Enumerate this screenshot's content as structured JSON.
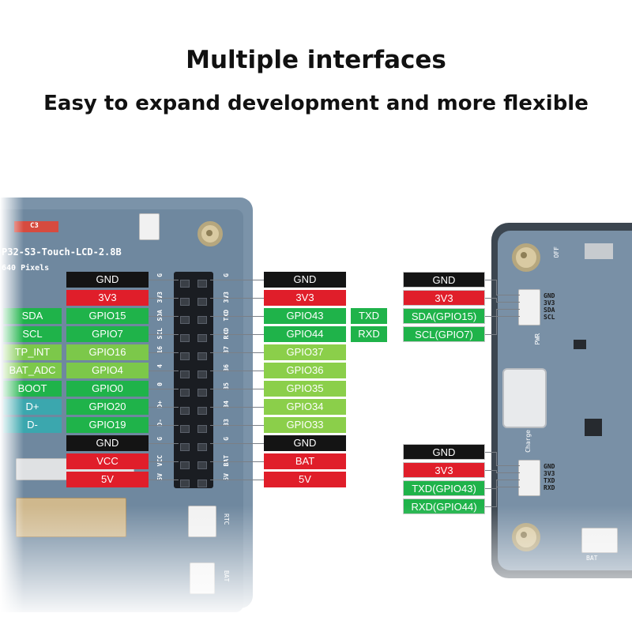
{
  "header": {
    "title": "Multiple interfaces",
    "subtitle": "Easy to expand development and more flexible"
  },
  "board": {
    "name": "P32-S3-Touch-LCD-2.8B",
    "pixels": "640 Pixels",
    "chip_label": "C3",
    "rtc_label": "RTC",
    "bat_label": "BAT"
  },
  "header_pin_labels": {
    "left": [
      "G",
      "3V3",
      "SDA",
      "SCL",
      "16",
      "4",
      "0",
      "D+",
      "D-",
      "G",
      "VCC",
      "5V"
    ],
    "right": [
      "G",
      "3V3",
      "TXD",
      "RXD",
      "37",
      "36",
      "35",
      "34",
      "33",
      "G",
      "BAT",
      "5V"
    ]
  },
  "left_pins": [
    {
      "function": "",
      "gpio": "GND",
      "color": "#141414"
    },
    {
      "function": "",
      "gpio": "3V3",
      "color": "#e01e2a"
    },
    {
      "function": "SDA",
      "gpio": "GPIO15",
      "color": "#1fb34a"
    },
    {
      "function": "SCL",
      "gpio": "GPIO7",
      "color": "#1fb34a"
    },
    {
      "function": "TP_INT",
      "gpio": "GPIO16",
      "color": "#7cc84a"
    },
    {
      "function": "BAT_ADC",
      "gpio": "GPIO4",
      "color": "#7cc84a"
    },
    {
      "function": "BOOT",
      "gpio": "GPIO0",
      "color": "#1fb34a"
    },
    {
      "function": "D+",
      "gpio": "GPIO20",
      "color": "#1fb34a"
    },
    {
      "function": "D-",
      "gpio": "GPIO19",
      "color": "#1fb34a"
    },
    {
      "function": "",
      "gpio": "GND",
      "color": "#141414"
    },
    {
      "function": "",
      "gpio": "VCC",
      "color": "#e01e2a"
    },
    {
      "function": "",
      "gpio": "5V",
      "color": "#e01e2a"
    }
  ],
  "right_pins": [
    {
      "gpio": "GND",
      "alt": "",
      "color": "#141414"
    },
    {
      "gpio": "3V3",
      "alt": "",
      "color": "#e01e2a"
    },
    {
      "gpio": "GPIO43",
      "alt": "TXD",
      "color": "#1fb34a"
    },
    {
      "gpio": "GPIO44",
      "alt": "RXD",
      "color": "#1fb34a"
    },
    {
      "gpio": "GPIO37",
      "alt": "",
      "color": "#8bcf4a"
    },
    {
      "gpio": "GPIO36",
      "alt": "",
      "color": "#8bcf4a"
    },
    {
      "gpio": "GPIO35",
      "alt": "",
      "color": "#8bcf4a"
    },
    {
      "gpio": "GPIO34",
      "alt": "",
      "color": "#8bcf4a"
    },
    {
      "gpio": "GPIO33",
      "alt": "",
      "color": "#8bcf4a"
    },
    {
      "gpio": "GND",
      "alt": "",
      "color": "#141414"
    },
    {
      "gpio": "BAT",
      "alt": "",
      "color": "#e01e2a"
    },
    {
      "gpio": "5V",
      "alt": "",
      "color": "#e01e2a"
    }
  ],
  "i2c_connector": {
    "labels": [
      "GND",
      "3V3",
      "SDA(GPIO15)",
      "SCL(GPIO7)"
    ],
    "silk": [
      "GND",
      "3V3",
      "SDA",
      "SCL"
    ],
    "colors": [
      "#141414",
      "#e01e2a",
      "#1fb34a",
      "#1fb34a"
    ],
    "side_label": "PWR",
    "top_label": "OFF"
  },
  "uart_connector": {
    "labels": [
      "GND",
      "3V3",
      "TXD(GPIO43)",
      "RXD(GPIO44)"
    ],
    "silk": [
      "GND",
      "3V3",
      "TXD",
      "RXD"
    ],
    "colors": [
      "#141414",
      "#e01e2a",
      "#1fb34a",
      "#1fb34a"
    ],
    "side_label": "Charge",
    "bottom_label": "BAT"
  }
}
